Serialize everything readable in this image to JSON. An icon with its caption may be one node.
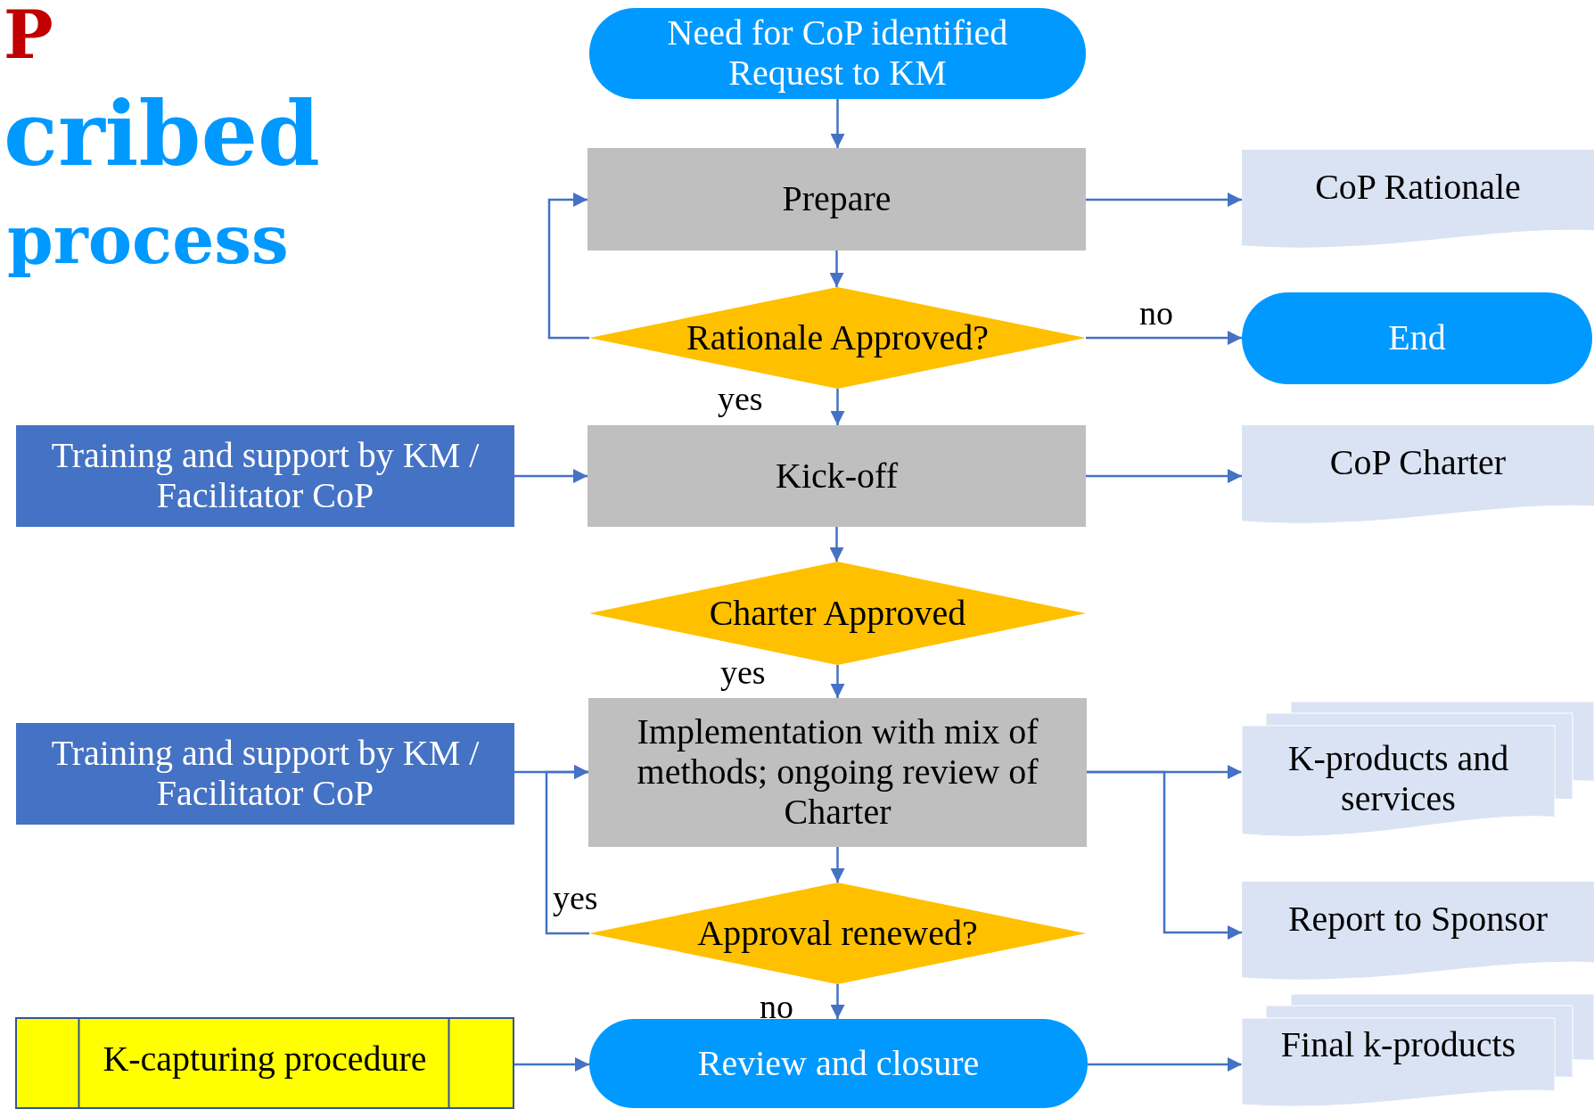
{
  "diagram": {
    "nodes": [
      {
        "text": [
          "Need for CoP identified Request to KM"
        ]
      },
      {
        "text": [
          "Prepare"
        ]
      },
      {
        "text": [
          "Rationale Approved?"
        ]
      },
      {
        "text": [
          "Kick-off"
        ]
      },
      {
        "text": [
          "Charter Approved"
        ]
      },
      {
        "text": [
          "Implementation with mix of methods; ongoing review of Charter"
        ]
      },
      {
        "text": [
          "Approval renewed?"
        ]
      },
      {
        "text": [
          "Review and closure"
        ]
      },
      {
        "text": [
          "Training and support by KM / Facilitator CoP"
        ]
      },
      {
        "text": [
          "Training and support by KM / Facilitator CoP"
        ]
      },
      {
        "text": [
          "K-capturing procedure"
        ]
      },
      {
        "text": [
          "CoP Rationale"
        ]
      },
      {
        "text": [
          "End"
        ]
      },
      {
        "text": [
          "CoP Charter"
        ]
      },
      {
        "text": [
          "K-products and services"
        ]
      },
      {
        "text": [
          "Report to Sponsor"
        ]
      },
      {
        "text": [
          "Final k-products"
        ]
      }
    ],
    "edges": [
      {
        "from": 0,
        "to": 1,
        "arrow": "to"
      },
      {
        "from": 1,
        "to": 2,
        "arrow": "to"
      },
      {
        "from": 2,
        "to": 1,
        "arrow": "to"
      },
      {
        "from": 2,
        "to": 12,
        "arrow": "to",
        "label": "no"
      },
      {
        "from": 2,
        "to": 3,
        "arrow": "to",
        "label": "yes"
      },
      {
        "from": 1,
        "to": 11,
        "arrow": "to"
      },
      {
        "from": 3,
        "to": 13,
        "arrow": "to"
      },
      {
        "from": 8,
        "to": 3,
        "arrow": "to"
      },
      {
        "from": 3,
        "to": 4,
        "arrow": "to"
      },
      {
        "from": 4,
        "to": 5,
        "arrow": "to",
        "label": "yes"
      },
      {
        "from": 9,
        "to": 5,
        "arrow": "to"
      },
      {
        "from": 6,
        "to": 5,
        "arrow": "to",
        "label": "yes"
      },
      {
        "from": 5,
        "to": 6,
        "arrow": "to"
      },
      {
        "from": 5,
        "to": 14,
        "arrow": "to"
      },
      {
        "from": 5,
        "to": 15,
        "arrow": "to"
      },
      {
        "from": 6,
        "to": 7,
        "arrow": "to",
        "label": "no"
      },
      {
        "from": 10,
        "to": 7,
        "arrow": "to"
      },
      {
        "from": 7,
        "to": 16,
        "arrow": "to"
      }
    ],
    "labels": [
      "P",
      "cribed",
      "process"
    ]
  }
}
